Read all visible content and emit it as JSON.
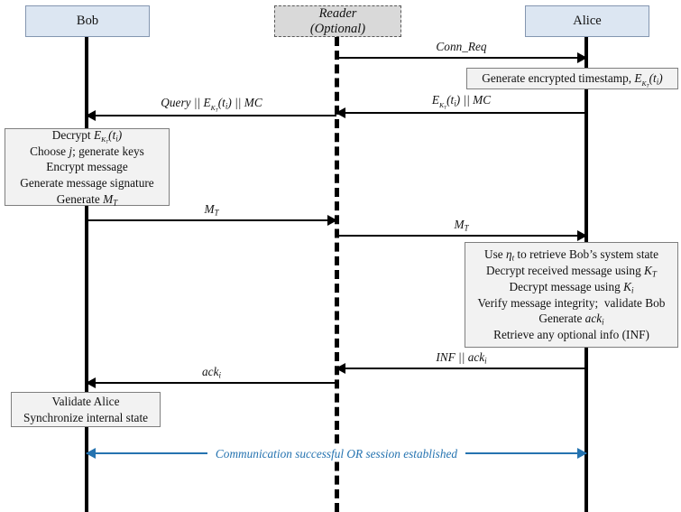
{
  "diagram": {
    "title": "Protocol sequence diagram",
    "type": "sequence-diagram",
    "colors": {
      "actor_fill": "#dce6f2",
      "actor_border": "#8496b0",
      "optional_fill": "#d9d9d9",
      "optional_border": "#595959",
      "note_fill": "#f2f2f2",
      "note_border": "#7f7f7f",
      "arrow": "#000000",
      "summary_arrow": "#2573b0",
      "background": "#ffffff"
    }
  },
  "actors": [
    {
      "id": "bob",
      "label": "Bob",
      "sublabel": "",
      "style": "solid"
    },
    {
      "id": "reader",
      "label": "Reader",
      "sublabel": "(Optional)",
      "style": "dashed"
    },
    {
      "id": "alice",
      "label": "Alice",
      "sublabel": "",
      "style": "solid"
    }
  ],
  "messages": [
    {
      "id": "m1",
      "from": "reader",
      "to": "alice",
      "direction": "right",
      "label": "Conn_Req"
    },
    {
      "id": "m2",
      "from": "alice",
      "to": "reader",
      "direction": "left",
      "label": "E_{K_T}(t_i) || MC"
    },
    {
      "id": "m3",
      "from": "reader",
      "to": "bob",
      "direction": "left",
      "label": "Query || E_{K_T}(t_i) || MC"
    },
    {
      "id": "m4",
      "from": "bob",
      "to": "reader",
      "direction": "right",
      "label": "M_T"
    },
    {
      "id": "m5",
      "from": "reader",
      "to": "alice",
      "direction": "right",
      "label": "M_T"
    },
    {
      "id": "m6",
      "from": "alice",
      "to": "reader",
      "direction": "left",
      "label": "INF || ack_i"
    },
    {
      "id": "m7",
      "from": "reader",
      "to": "bob",
      "direction": "left",
      "label": "ack_i"
    },
    {
      "id": "m8",
      "from": "bob",
      "to": "alice",
      "direction": "both",
      "label": "Communication successful OR session established",
      "color": "#2573b0"
    }
  ],
  "notes": [
    {
      "id": "n_alice_ts",
      "owner": "alice",
      "lines": [
        "Generate encrypted timestamp, E_{K_T}(t_i)"
      ]
    },
    {
      "id": "n_bob_process",
      "owner": "bob",
      "lines": [
        "Decrypt E_{K_T}(t_i)",
        "Choose j; generate keys",
        "Encrypt message",
        "Generate message signature",
        "Generate M_T"
      ]
    },
    {
      "id": "n_alice_process",
      "owner": "alice",
      "lines": [
        "Use η_t to retrieve Bob's system state",
        "Decrypt received message using K_T",
        "Decrypt message using K_i",
        "Verify message integrity; validate Bob",
        "Generate ack_i",
        "Retrieve any optional info (INF)"
      ]
    },
    {
      "id": "n_bob_validate",
      "owner": "bob",
      "lines": [
        "Validate Alice",
        "Synchronize internal state"
      ]
    }
  ]
}
